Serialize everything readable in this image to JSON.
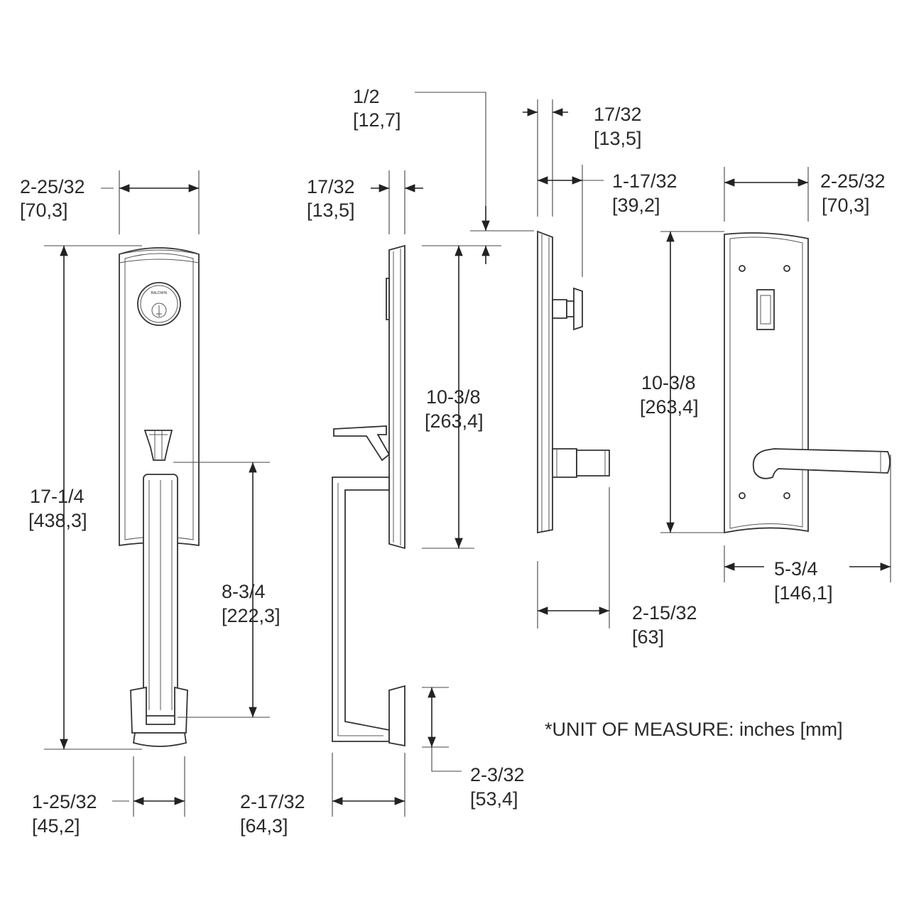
{
  "dimensions": {
    "front_width": {
      "in": "2-25/32",
      "mm": "[70,3]"
    },
    "front_height": {
      "in": "17-1/4",
      "mm": "[438,3]"
    },
    "grip_center": {
      "in": "8-3/4",
      "mm": "[222,3]"
    },
    "grip_width": {
      "in": "1-25/32",
      "mm": "[45,2]"
    },
    "plate_offset": {
      "in": "1/2",
      "mm": "[12,7]"
    },
    "plate_thickness_left": {
      "in": "17/32",
      "mm": "[13,5]"
    },
    "plate_height_side": {
      "in": "10-3/8",
      "mm": "[263,4]"
    },
    "handle_projection": {
      "in": "2-17/32",
      "mm": "[64,3]"
    },
    "base_height": {
      "in": "2-3/32",
      "mm": "[53,4]"
    },
    "plate_thickness_right": {
      "in": "17/32",
      "mm": "[13,5]"
    },
    "turn_projection": {
      "in": "1-17/32",
      "mm": "[39,2]"
    },
    "lever_projection": {
      "in": "2-15/32",
      "mm": "[63]"
    },
    "rear_width": {
      "in": "2-25/32",
      "mm": "[70,3]"
    },
    "rear_height": {
      "in": "10-3/8",
      "mm": "[263,4]"
    },
    "lever_length": {
      "in": "5-3/4",
      "mm": "[146,1]"
    }
  },
  "note": "*UNIT OF MEASURE: inches [mm]",
  "logo_text": "BALDWIN"
}
